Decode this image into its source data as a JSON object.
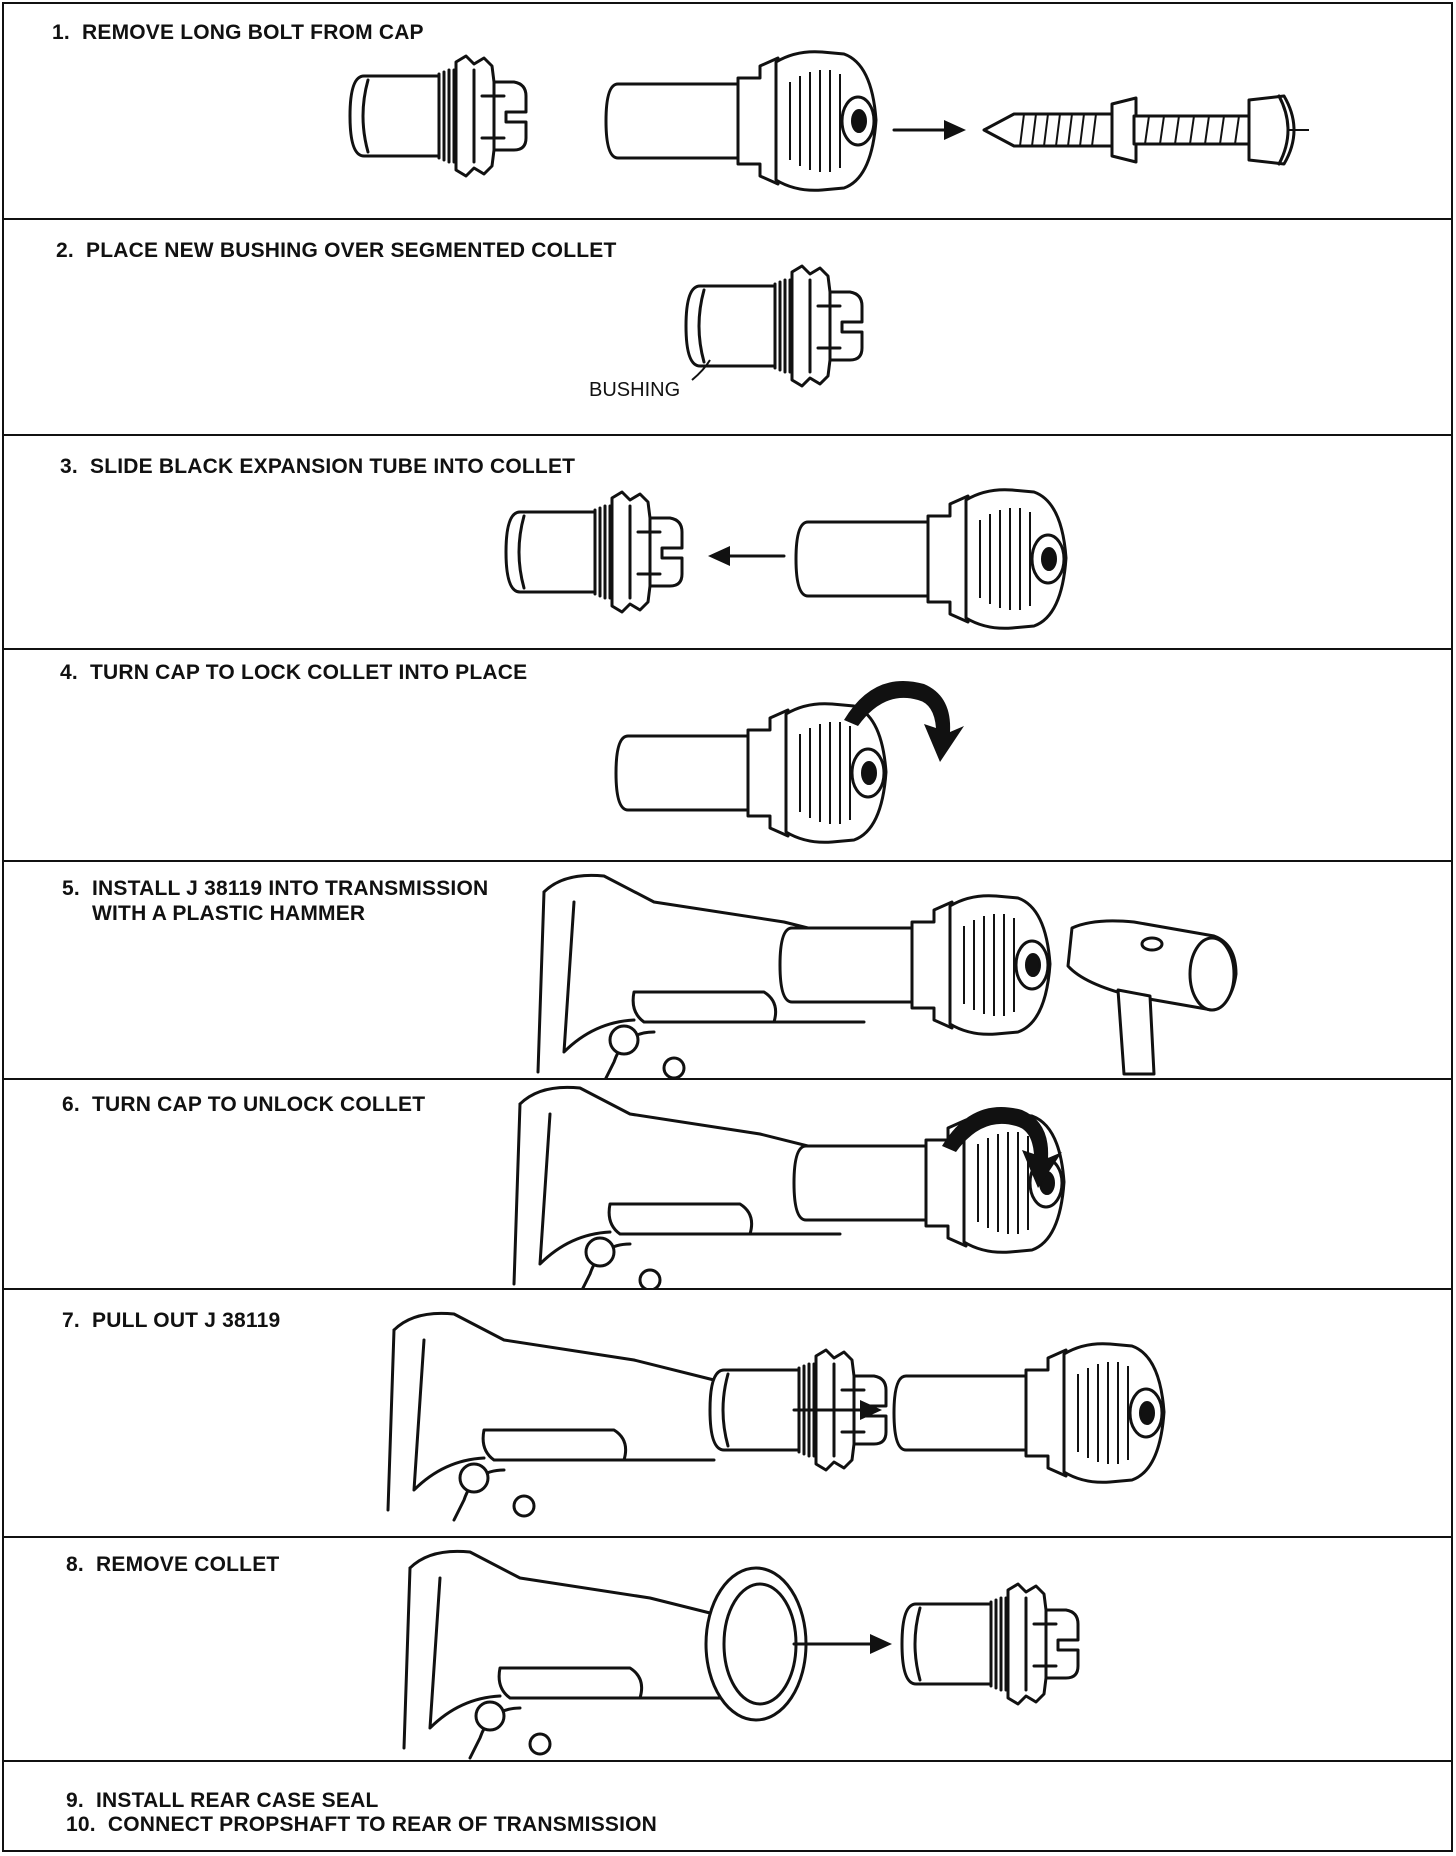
{
  "steps": [
    {
      "number": "1.",
      "text": "REMOVE LONG BOLT FROM CAP"
    },
    {
      "number": "2.",
      "text": "PLACE NEW BUSHING OVER SEGMENTED COLLET"
    },
    {
      "number": "3.",
      "text": "SLIDE BLACK EXPANSION TUBE INTO COLLET"
    },
    {
      "number": "4.",
      "text": "TURN CAP TO LOCK COLLET INTO PLACE"
    },
    {
      "number": "5.",
      "text": "INSTALL J 38119 INTO TRANSMISSION",
      "text2": "WITH A PLASTIC HAMMER"
    },
    {
      "number": "6.",
      "text": "TURN CAP TO UNLOCK COLLET"
    },
    {
      "number": "7.",
      "text": "PULL OUT J 38119"
    },
    {
      "number": "8.",
      "text": "REMOVE COLLET"
    },
    {
      "number": "9.",
      "text": "INSTALL REAR CASE SEAL"
    },
    {
      "number": "10.",
      "text": "CONNECT PROPSHAFT TO REAR OF TRANSMISSION"
    }
  ],
  "callouts": {
    "bushing": "BUSHING"
  },
  "icons": [
    "segmented-collet-icon",
    "expansion-tube-cap-icon",
    "long-bolt-icon",
    "rotation-arrow-icon",
    "plastic-hammer-icon",
    "transmission-housing-icon",
    "rear-case-seal-icon"
  ]
}
